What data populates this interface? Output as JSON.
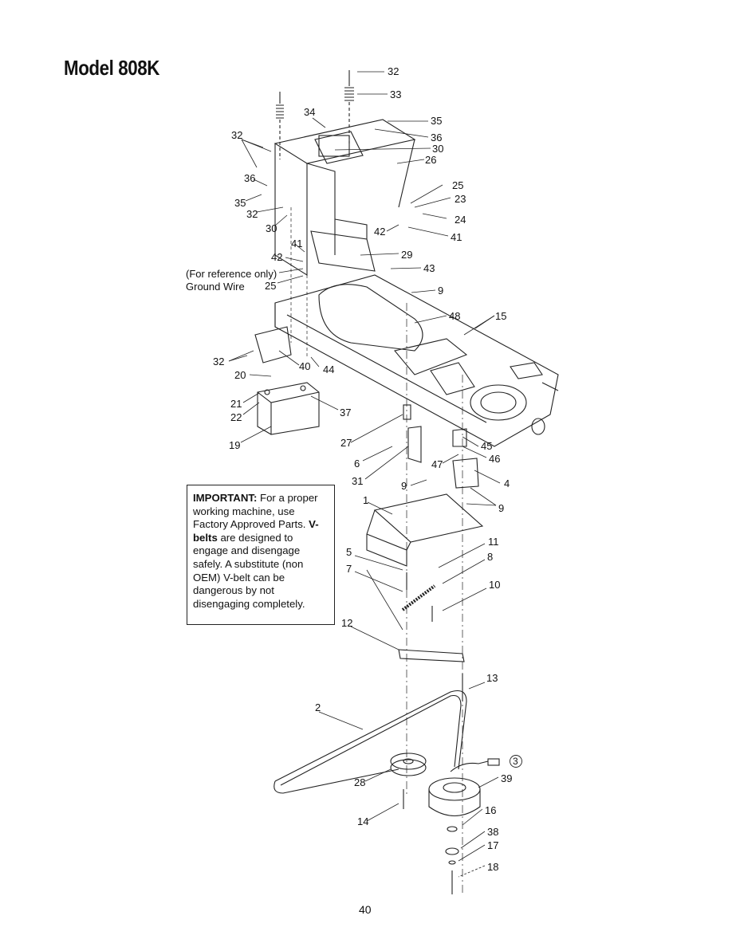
{
  "title": "Model 808K",
  "page_number": "40",
  "reference_note": {
    "line1": "(For reference only)",
    "line2": "Ground Wire"
  },
  "important_note": {
    "label": "IMPORTANT:",
    "text1": " For a proper working machine, use Factory Approved Parts.",
    "label2": "V-belts",
    "text2": " are designed to engage and disengage safely. A substitute (non OEM) V-belt can be dangerous by not disengaging completely."
  },
  "callouts": [
    "32",
    "33",
    "34",
    "35",
    "36",
    "30",
    "26",
    "32",
    "36",
    "35",
    "32",
    "30",
    "25",
    "23",
    "24",
    "42",
    "41",
    "41",
    "42",
    "25",
    "29",
    "43",
    "9",
    "48",
    "15",
    "32",
    "40",
    "44",
    "20",
    "21",
    "22",
    "37",
    "19",
    "27",
    "6",
    "45",
    "46",
    "47",
    "31",
    "9",
    "4",
    "9",
    "1",
    "11",
    "8",
    "5",
    "7",
    "10",
    "12",
    "13",
    "2",
    "3",
    "39",
    "28",
    "16",
    "14",
    "38",
    "17",
    "18"
  ]
}
